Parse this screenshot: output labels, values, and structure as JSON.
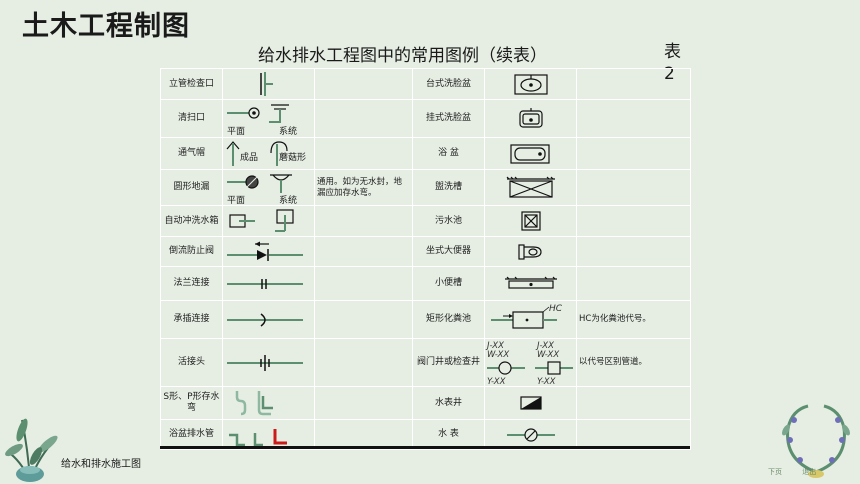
{
  "slide": {
    "title": "土木工程制图",
    "table_title": "给水排水工程图中的常用图例（续表）",
    "table_no": "表2",
    "footer": "给水和排水施工图",
    "pager": {
      "prev": "下页",
      "exit": "退出"
    }
  },
  "colors": {
    "background": "#e6eee3",
    "symbol": "#5c8f6f",
    "accent": "#cc1a1a",
    "grid": "#ffffff"
  },
  "rows": [
    {
      "left_name": "立管检查口",
      "left_icon": "riser-check-icon",
      "left_subs": [],
      "note": "",
      "right_name": "台式洗脸盆",
      "right_icon": "counter-washbasin-icon",
      "right_note": ""
    },
    {
      "left_name": "清扫口",
      "left_icon": "cleanout-icon",
      "left_subs": [
        "平面",
        "系统"
      ],
      "note": "",
      "right_name": "挂式洗脸盆",
      "right_icon": "wall-washbasin-icon",
      "right_note": ""
    },
    {
      "left_name": "通气帽",
      "left_icon": "vent-cap-icon",
      "left_subs": [
        "成品",
        "蘑菇形"
      ],
      "note": "",
      "right_name": "浴 盆",
      "right_icon": "bathtub-icon",
      "right_note": ""
    },
    {
      "left_name": "圆形地漏",
      "left_icon": "floor-drain-icon",
      "left_subs": [
        "平面",
        "系统"
      ],
      "note": "通用。如为无水封，地漏应加存水弯。",
      "right_name": "盥洗槽",
      "right_icon": "wash-trough-icon",
      "right_note": ""
    },
    {
      "left_name": "自动冲洗水箱",
      "left_icon": "flush-tank-icon",
      "left_subs": [],
      "note": "",
      "right_name": "污水池",
      "right_icon": "sewage-basin-icon",
      "right_note": ""
    },
    {
      "left_name": "倒流防止阀",
      "left_icon": "backflow-valve-icon",
      "left_subs": [],
      "note": "",
      "right_name": "坐式大便器",
      "right_icon": "toilet-icon",
      "right_note": ""
    },
    {
      "left_name": "法兰连接",
      "left_icon": "flange-joint-icon",
      "left_subs": [],
      "note": "",
      "right_name": "小便槽",
      "right_icon": "urinal-trough-icon",
      "right_note": ""
    },
    {
      "left_name": "承插连接",
      "left_icon": "socket-joint-icon",
      "left_subs": [],
      "note": "",
      "right_name": "矩形化粪池",
      "right_icon": "septic-tank-icon",
      "right_note": "HC为化粪池代号。"
    },
    {
      "left_name": "活接头",
      "left_icon": "union-joint-icon",
      "left_subs": [],
      "note": "",
      "right_name": "阀门井或检查井",
      "right_icon": "valve-well-icon",
      "right_note": "以代号区别管道。"
    },
    {
      "left_name": "S形、P形存水弯",
      "left_icon": "trap-icon",
      "left_subs": [],
      "note": "",
      "right_name": "水表井",
      "right_icon": "meter-well-icon",
      "right_note": ""
    },
    {
      "left_name": "浴盆排水管",
      "left_icon": "bath-drain-icon",
      "left_subs": [],
      "note": "",
      "right_name": "水 表",
      "right_icon": "water-meter-icon",
      "right_note": ""
    }
  ],
  "symbol_labels": {
    "septic_code": "HC",
    "well_top_a": "J-XX",
    "well_mid_a": "W-XX",
    "well_bottom_a": "Y-XX",
    "well_top_b": "J-XX",
    "well_mid_b": "W-XX",
    "well_bottom_b": "Y-XX"
  }
}
